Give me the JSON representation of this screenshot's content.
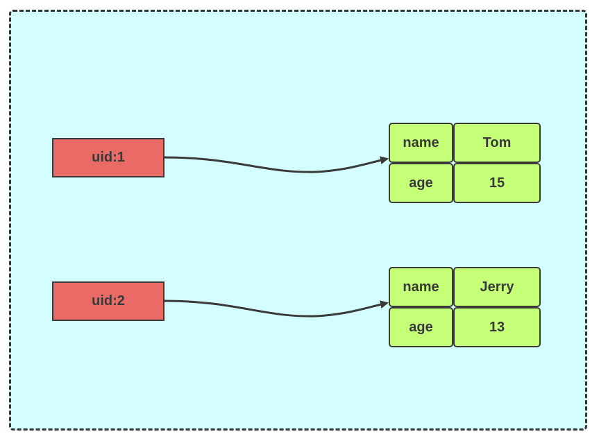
{
  "colors": {
    "background": "#d4fdfd",
    "key_fill": "#ea6b66",
    "field_fill": "#c4ff77",
    "stroke": "#3a3a3a"
  },
  "keys": [
    {
      "label": "uid:1"
    },
    {
      "label": "uid:2"
    }
  ],
  "hashes": [
    {
      "rows": [
        {
          "field": "name",
          "value": "Tom"
        },
        {
          "field": "age",
          "value": "15"
        }
      ]
    },
    {
      "rows": [
        {
          "field": "name",
          "value": "Jerry"
        },
        {
          "field": "age",
          "value": "13"
        }
      ]
    }
  ]
}
